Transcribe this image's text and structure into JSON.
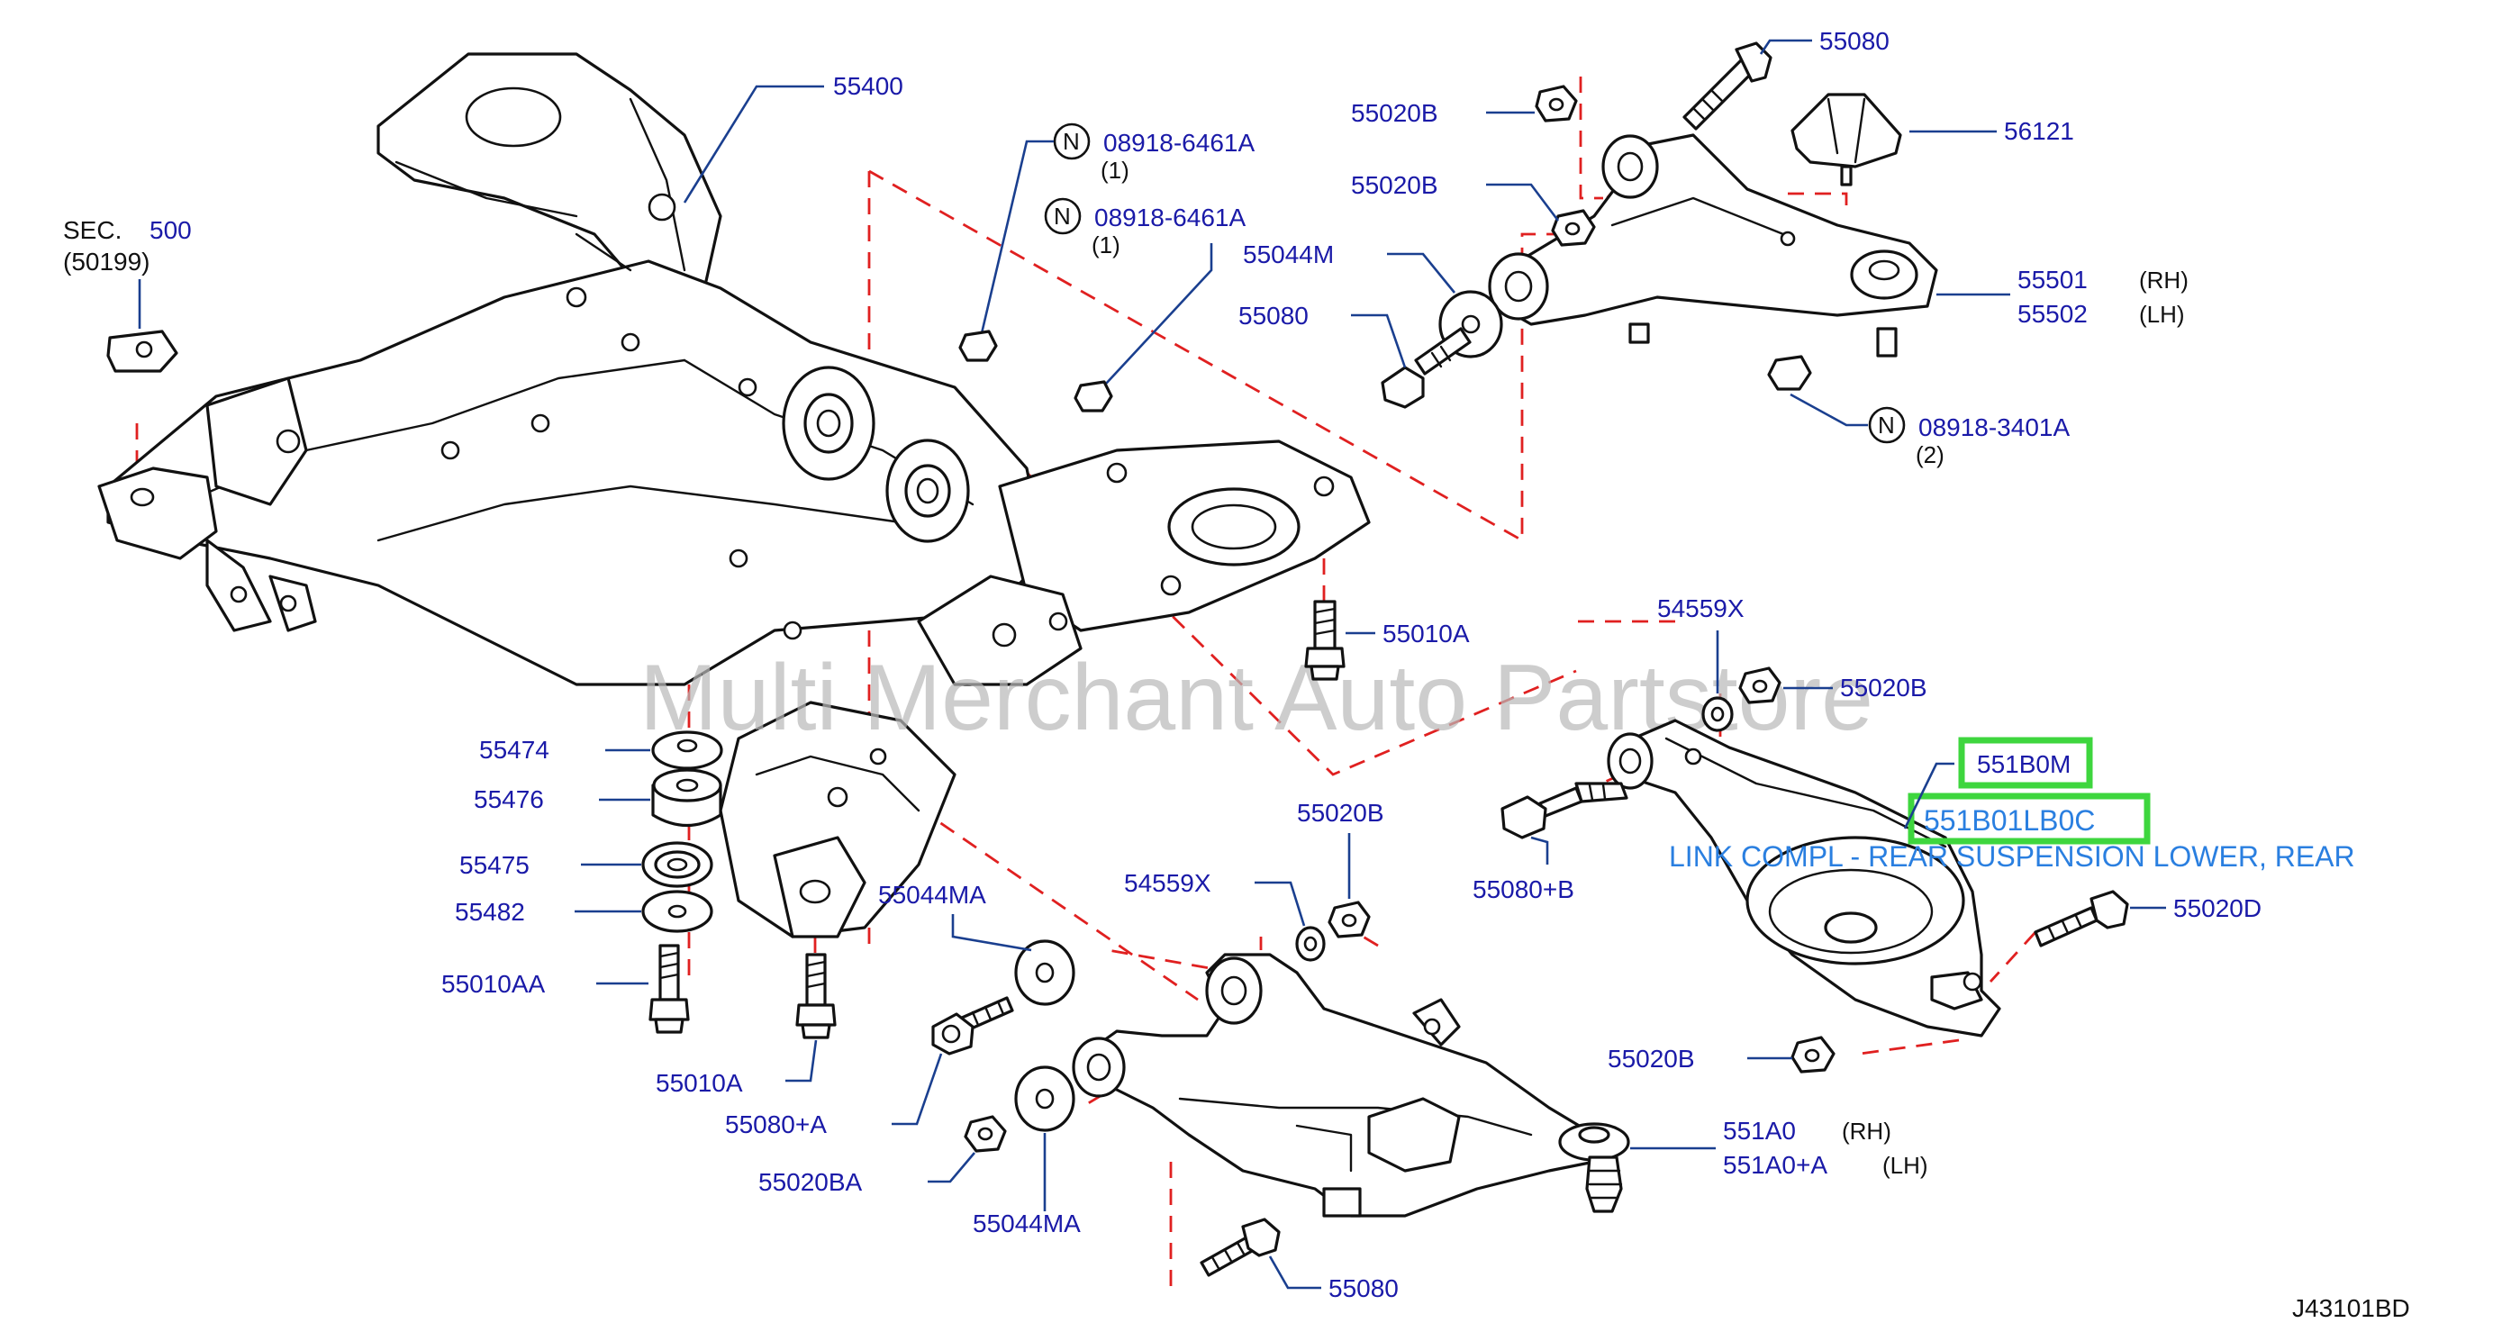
{
  "watermark": "Multi Merchant Auto Partstore",
  "diagram_code": "J43101BD",
  "section_ref": {
    "prefix": "SEC.",
    "number": "500",
    "sub": "(50199)"
  },
  "highlight": {
    "part_short": "551B0M",
    "part_full": "551B01LB0C",
    "description": "LINK COMPL - REAR SUSPENSION LOWER, REAR"
  },
  "nuts": [
    {
      "badge": "N",
      "number": "08918-6461A",
      "qty": "(1)"
    },
    {
      "badge": "N",
      "number": "08918-6461A",
      "qty": "(1)"
    },
    {
      "badge": "N",
      "number": "08918-3401A",
      "qty": "(2)"
    }
  ],
  "labels": {
    "p55400": "55400",
    "p55080_top": "55080",
    "p55020B_top1": "55020B",
    "p55020B_top2": "55020B",
    "p56121": "56121",
    "p55044M": "55044M",
    "p55080_left": "55080",
    "p55501": "55501",
    "p55502": "55502",
    "rh1": "(RH)",
    "lh1": "(LH)",
    "p55010A_right": "55010A",
    "p54559X_top": "54559X",
    "p55020B_mid": "55020B",
    "p55474": "55474",
    "p55476": "55476",
    "p55475": "55475",
    "p55482": "55482",
    "p55010AA": "55010AA",
    "p55010A_low": "55010A",
    "p55080B": "55080+B",
    "p55020D": "55020D",
    "p55020B_low": "55020B",
    "p55020B_lower": "55020B",
    "p54559X_low": "54559X",
    "p55044MA_1": "55044MA",
    "p55080A": "55080+A",
    "p55020BA": "55020BA",
    "p55044MA_2": "55044MA",
    "p551A0": "551A0",
    "p551A0A": "551A0+A",
    "rh2": "(RH)",
    "lh2": "(LH)",
    "p55080_bottom": "55080"
  }
}
